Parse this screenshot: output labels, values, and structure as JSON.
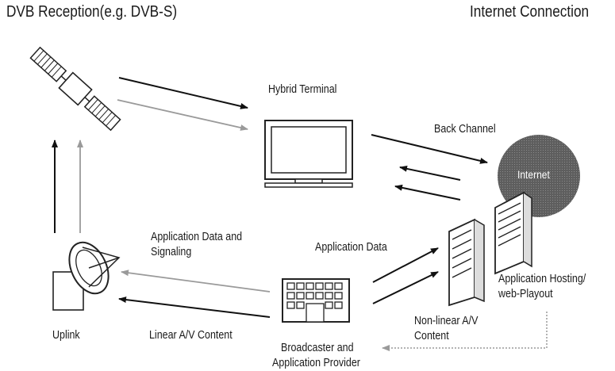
{
  "header": {
    "left_title": "DVB Reception(e.g. DVB-S)",
    "right_title": "Internet Connection"
  },
  "labels": {
    "hybrid_terminal": "Hybrid Terminal",
    "back_channel": "Back Channel",
    "internet": "Internet",
    "app_data_signaling_1": "Application Data and",
    "app_data_signaling_2": "Signaling",
    "application_data": "Application Data",
    "app_hosting_1": "Application Hosting/",
    "app_hosting_2": "web-Playout",
    "uplink": "Uplink",
    "linear_av": "Linear A/V Content",
    "nonlinear_1": "Non-linear A/V",
    "nonlinear_2": "Content",
    "broadcaster_1": "Broadcaster and",
    "broadcaster_2": "Application Provider"
  },
  "nodes": [
    {
      "id": "satellite",
      "icon": "satellite-icon"
    },
    {
      "id": "hybrid-terminal",
      "icon": "tv-icon"
    },
    {
      "id": "internet",
      "icon": "cloud-circle-icon"
    },
    {
      "id": "servers",
      "icon": "server-icon"
    },
    {
      "id": "uplink",
      "icon": "satellite-dish-icon"
    },
    {
      "id": "broadcaster",
      "icon": "building-icon"
    }
  ],
  "colors": {
    "solid_arrow": "#111111",
    "gray_arrow": "#9a9a9a",
    "internet_fill": "#6e6e6e"
  }
}
